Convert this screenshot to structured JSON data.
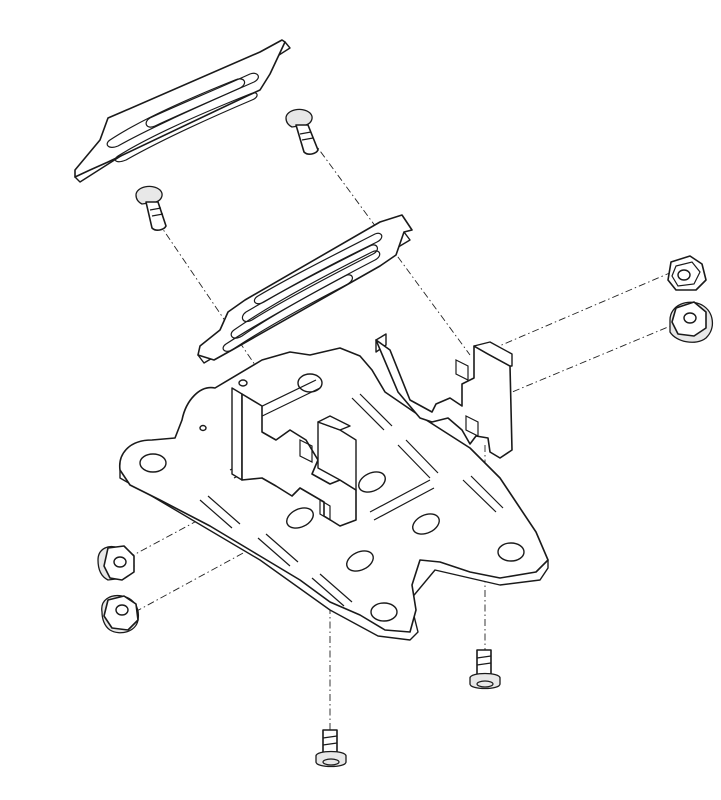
{
  "figure": {
    "kind": "exploded-assembly-line-drawing",
    "parts": [
      {
        "id": "top-dampener-plate",
        "description_shown": false
      },
      {
        "id": "middle-dampener-plate",
        "description_shown": false
      },
      {
        "id": "base-frame-plate",
        "description_shown": false
      },
      {
        "id": "left-bracket",
        "description_shown": false
      },
      {
        "id": "right-bracket",
        "description_shown": false
      },
      {
        "id": "screw-top-left",
        "description_shown": false
      },
      {
        "id": "screw-top-right",
        "description_shown": false
      },
      {
        "id": "screw-bottom-center",
        "description_shown": false
      },
      {
        "id": "screw-bottom-right",
        "description_shown": false
      },
      {
        "id": "nut-upper-right",
        "description_shown": false
      },
      {
        "id": "nut-right",
        "description_shown": false
      },
      {
        "id": "nut-left",
        "description_shown": false
      },
      {
        "id": "nut-lower-left",
        "description_shown": false
      }
    ],
    "colors": {
      "line": "#1a1a1a",
      "background": "#ffffff"
    }
  }
}
